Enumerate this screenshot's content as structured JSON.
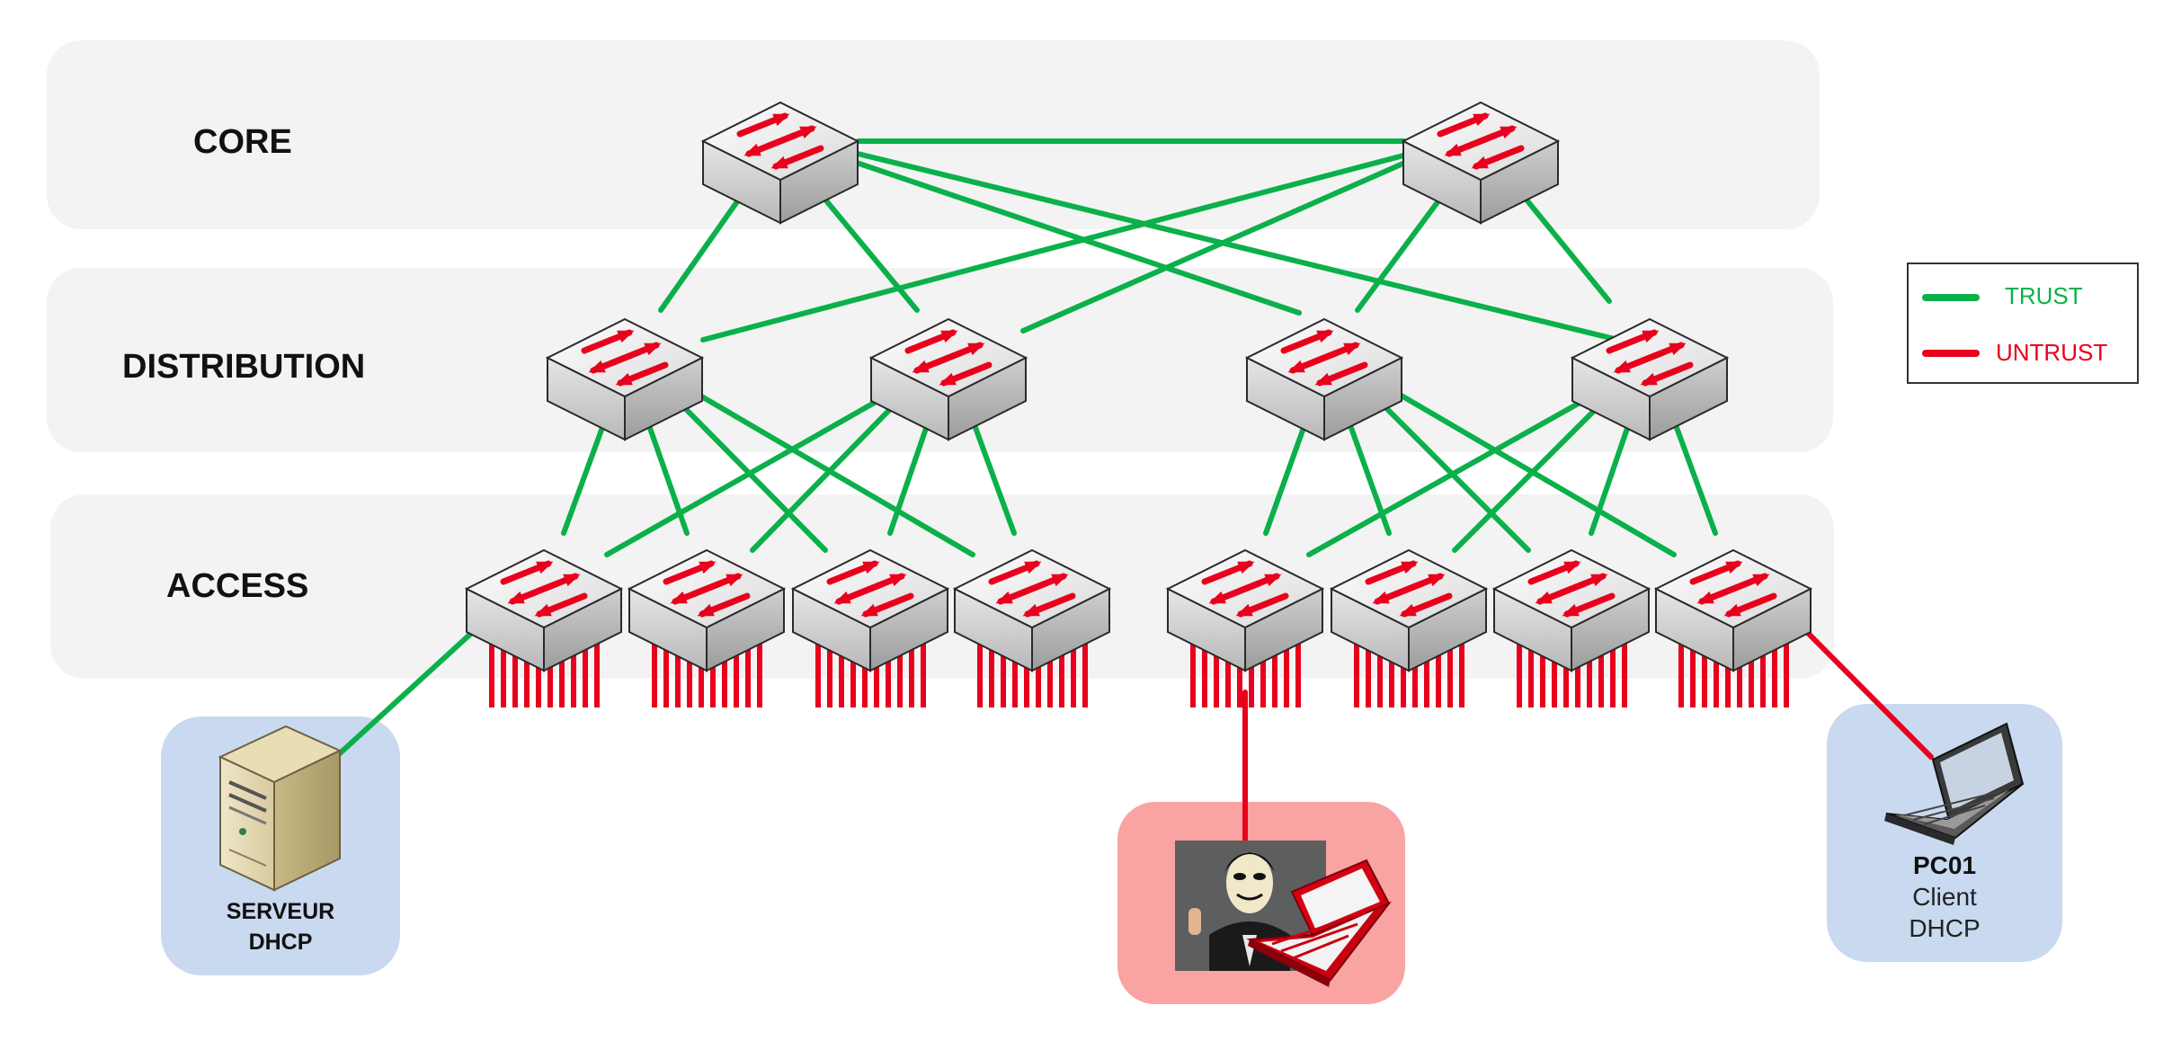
{
  "layers": {
    "core": "CORE",
    "distribution": "DISTRIBUTION",
    "access": "ACCESS"
  },
  "legend": {
    "trust_label": "TRUST",
    "untrust_label": "UNTRUST"
  },
  "hosts": {
    "dhcp_server": {
      "line1": "SERVEUR",
      "line2": "DHCP",
      "icon": "server-tower-icon"
    },
    "pc01": {
      "name": "PC01",
      "line2": "Client",
      "line3": "DHCP",
      "icon": "laptop-icon"
    },
    "attacker": {
      "icon": "hacker-laptop-icon"
    }
  },
  "colors": {
    "trust": "#0bb04a",
    "untrust": "#e8001c",
    "layer_band": "#f3f3f3",
    "host_blue": "#c9d9f0",
    "host_red": "#f9a3a3"
  }
}
